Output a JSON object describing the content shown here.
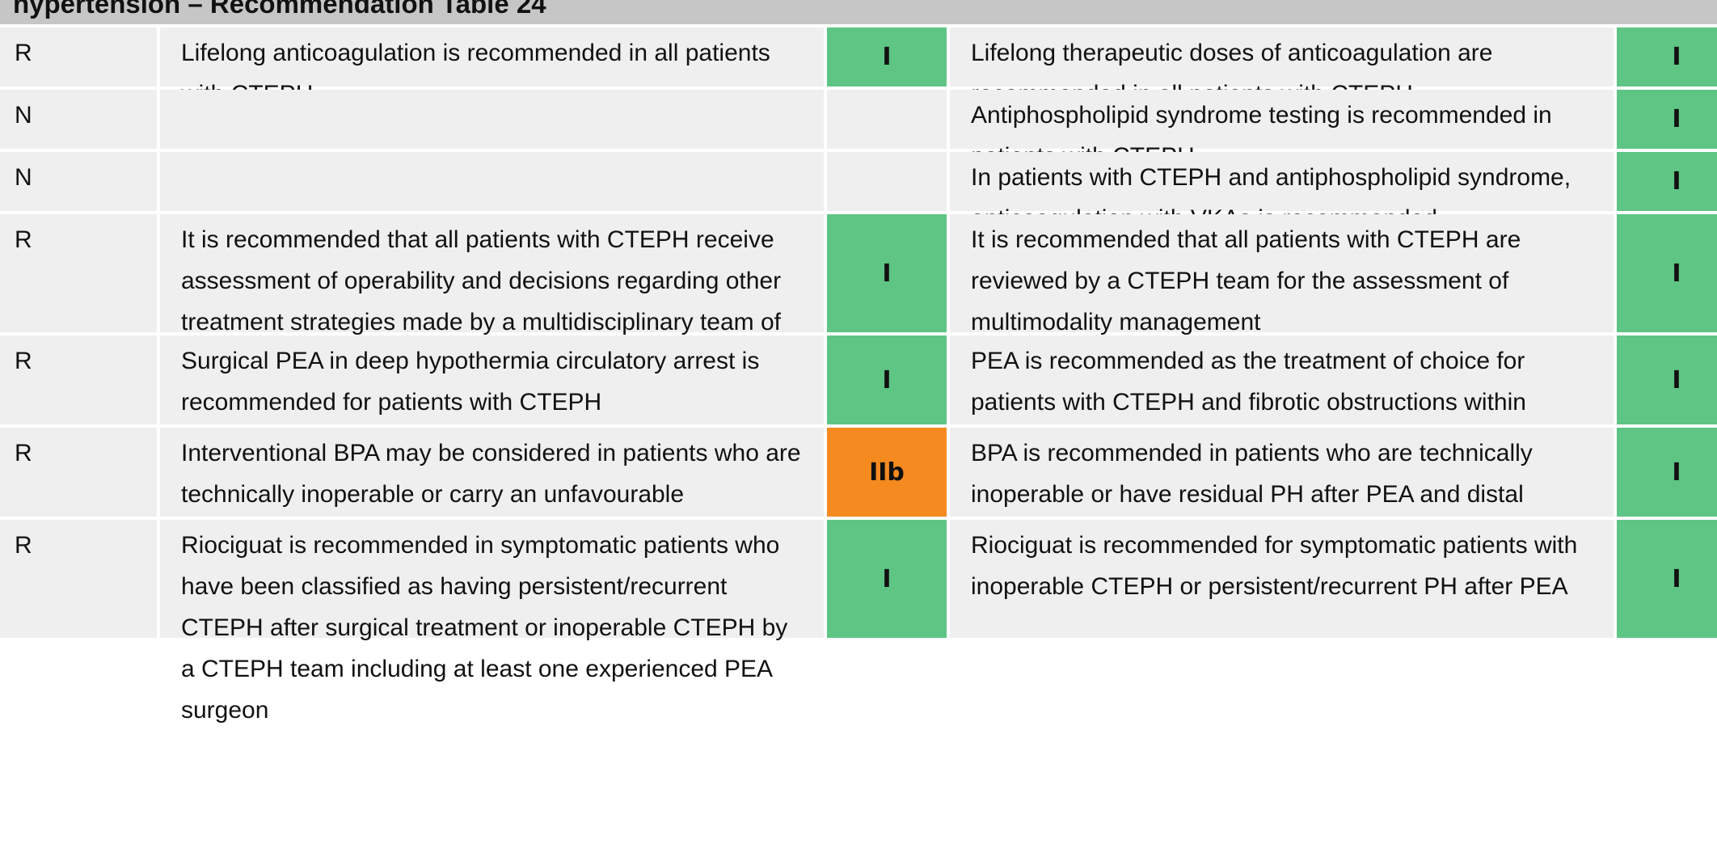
{
  "header": {
    "title": "hypertension – Recommendation Table 24"
  },
  "colors": {
    "class_I": "#5ec585",
    "class_IIb": "#f58a20",
    "cell_bg": "#efefef",
    "header_bg": "#c6c6c6"
  },
  "rows": [
    {
      "type": "R",
      "old_text": "Lifelong anticoagulation is recommended in all patients with CTEPH",
      "old_class": "I",
      "new_text": "Lifelong therapeutic doses of anticoagulation are recommended in all patients with CTEPH",
      "new_class": "I"
    },
    {
      "type": "N",
      "old_text": "",
      "old_class": "",
      "new_text": "Antiphospholipid syndrome testing is recommended in patients with CTEPH",
      "new_class": "I"
    },
    {
      "type": "N",
      "old_text": "",
      "old_class": "",
      "new_text": "In patients with CTEPH and antiphospholipid syndrome, anticoagulation with VKAs is recommended",
      "new_class": "I"
    },
    {
      "type": "R",
      "old_text": "It is recommended that all patients with CTEPH receive assessment of operability and decisions regarding other treatment strategies made by a multidisciplinary team of experts",
      "old_class": "I",
      "new_text": "It is recommended that all patients with CTEPH are reviewed by a CTEPH team for the assessment of multimodality management",
      "new_class": "I"
    },
    {
      "type": "R",
      "old_text": "Surgical PEA in deep hypothermia circulatory arrest is recommended for patients with CTEPH",
      "old_class": "I",
      "new_text": "PEA is recommended as the treatment of choice for patients with CTEPH and fibrotic obstructions within pulmonary arteries accessible by surgery",
      "new_class": "I"
    },
    {
      "type": "R",
      "old_text": "Interventional BPA may be considered in patients who are technically inoperable or carry an unfavourable risk:benefit ratio for PEA",
      "old_class": "IIb",
      "new_text": "BPA is recommended in patients who are technically inoperable or have residual PH after PEA and distal obstructions amenable to BPA",
      "new_class": "I"
    },
    {
      "type": "R",
      "old_text": "Riociguat is recommended in symptomatic patients who have been classified as having persistent/recurrent CTEPH after surgical treatment or inoperable CTEPH by a CTEPH team including at least one experienced PEA surgeon",
      "old_class": "I",
      "new_text": "Riociguat is recommended for symptomatic patients with inoperable CTEPH or persistent/recurrent PH after PEA",
      "new_class": "I"
    }
  ]
}
